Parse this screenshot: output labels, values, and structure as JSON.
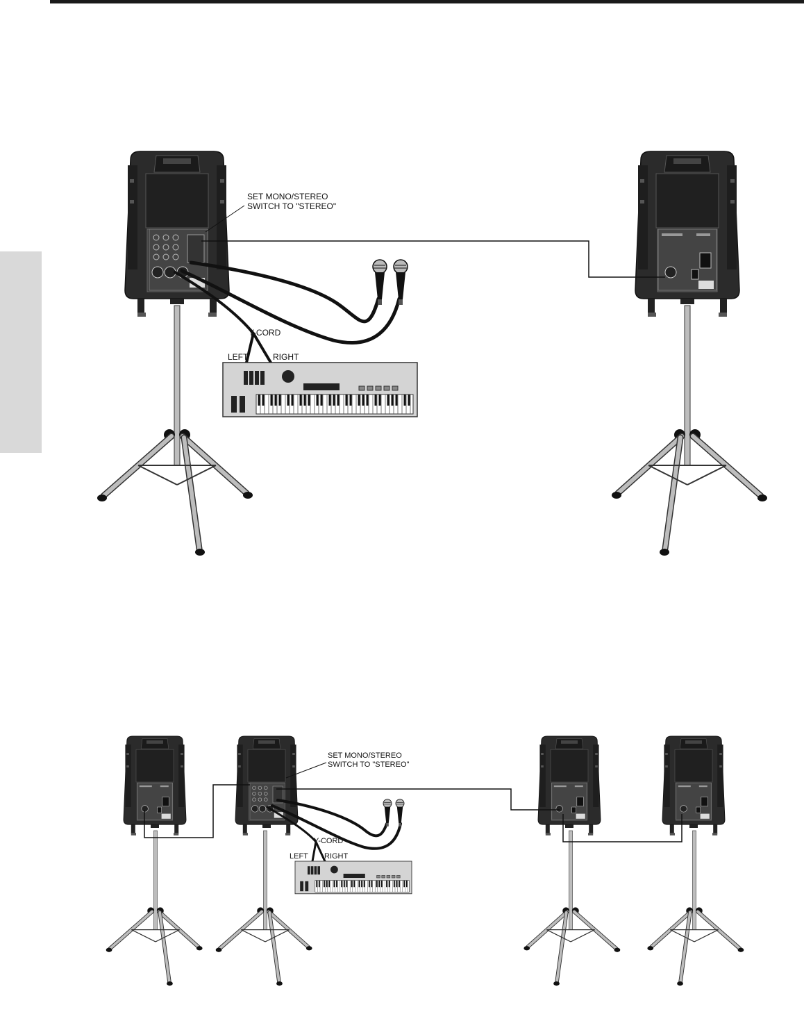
{
  "diagram_top": {
    "switch_note_line1": "SET MONO/STEREO",
    "switch_note_line2": "SWITCH TO \"STEREO\"",
    "y_cord": "Y-CORD",
    "left": "LEFT",
    "right": "RIGHT"
  },
  "diagram_bottom": {
    "switch_note_line1": "SET MONO/STEREO",
    "switch_note_line2": "SWITCH TO \"STEREO\"",
    "y_cord": "Y-CORD",
    "left": "LEFT",
    "right": "RIGHT"
  },
  "colors": {
    "rule": "#1a1a1a",
    "side_tab": "#d9d9d9",
    "speaker_body": "#2b2b2b",
    "speaker_panel": "#3a3a3a",
    "stand": "#bdbdbd",
    "stand_edge": "#333333",
    "keyboard_body": "#d4d4d4",
    "cable": "#111111"
  }
}
